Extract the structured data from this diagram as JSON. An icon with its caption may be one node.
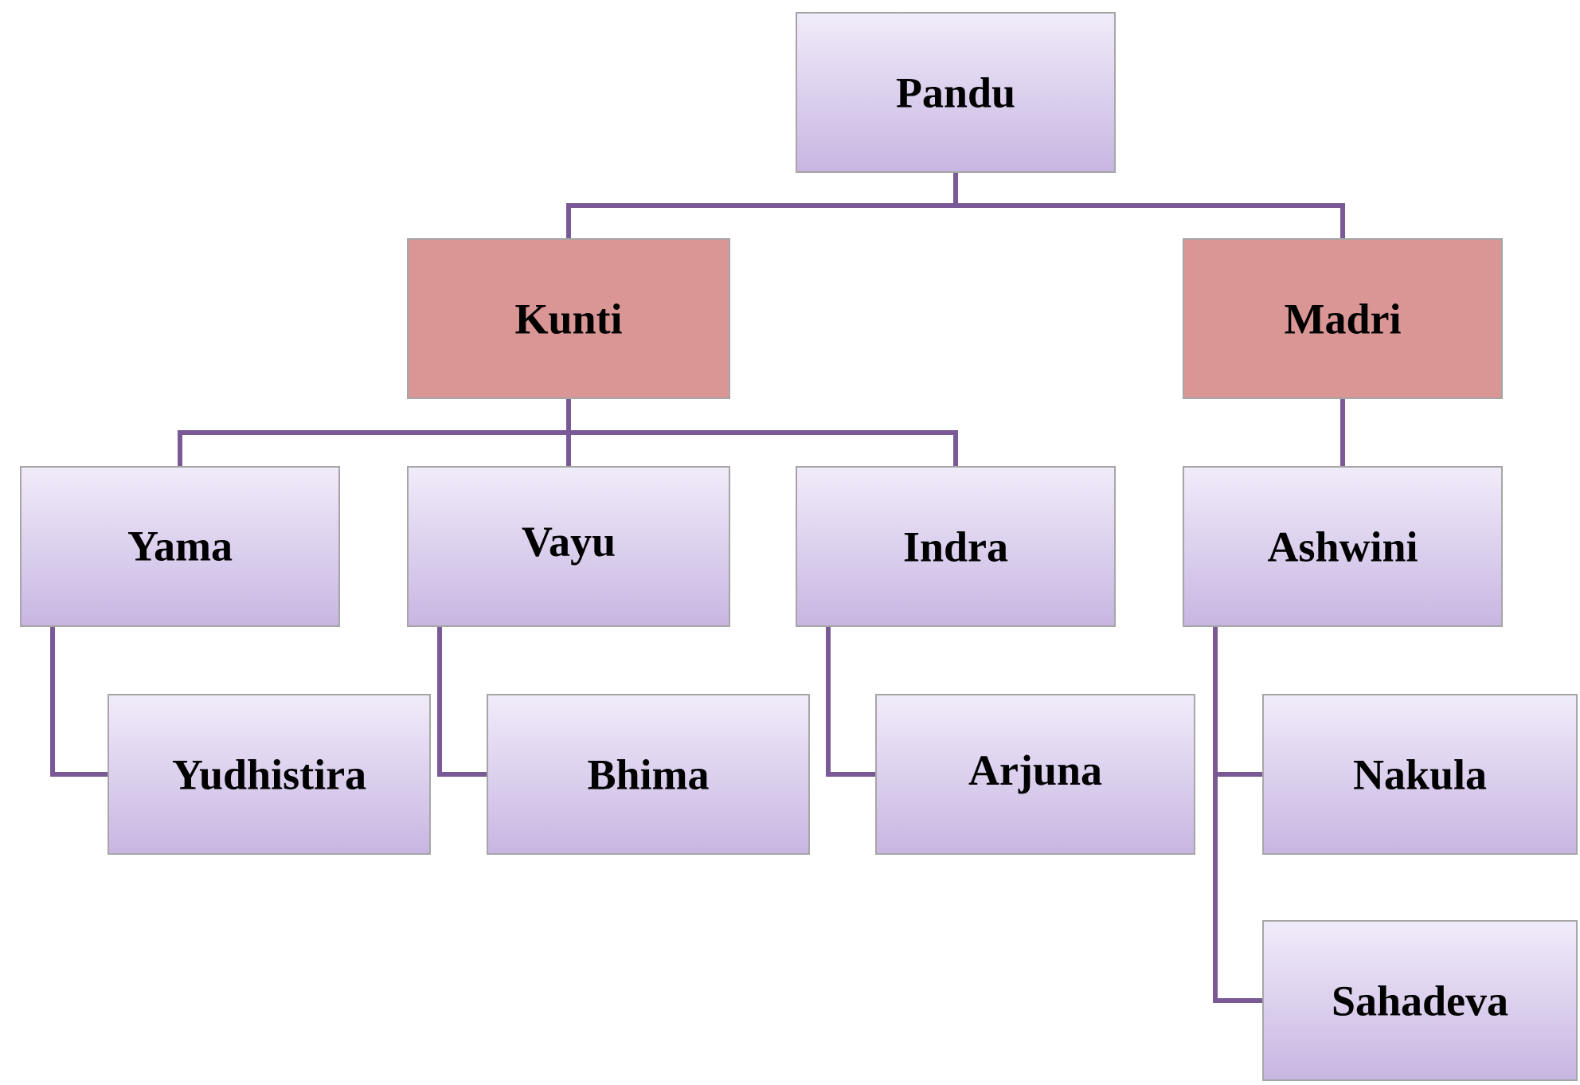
{
  "diagram": {
    "nodes": [
      {
        "text": [
          "Pandu"
        ]
      },
      {
        "text": [
          "Kunti"
        ]
      },
      {
        "text": [
          "Madri"
        ]
      },
      {
        "text": [
          "Yama"
        ]
      },
      {
        "text": [
          "Vayu"
        ]
      },
      {
        "text": [
          "Indra"
        ]
      },
      {
        "text": [
          "Ashwini"
        ]
      },
      {
        "text": [
          "Yudhistira"
        ]
      },
      {
        "text": [
          "Bhima"
        ]
      },
      {
        "text": [
          "Arjuna"
        ]
      },
      {
        "text": [
          "Nakula"
        ]
      },
      {
        "text": [
          "Sahadeva"
        ]
      }
    ],
    "edges": [
      {
        "from": 0,
        "to": 1,
        "arrow": "none"
      },
      {
        "from": 0,
        "to": 2,
        "arrow": "none"
      },
      {
        "from": 1,
        "to": 3,
        "arrow": "none"
      },
      {
        "from": 1,
        "to": 4,
        "arrow": "none"
      },
      {
        "from": 1,
        "to": 5,
        "arrow": "none"
      },
      {
        "from": 2,
        "to": 6,
        "arrow": "none"
      },
      {
        "from": 3,
        "to": 7,
        "arrow": "none"
      },
      {
        "from": 4,
        "to": 8,
        "arrow": "none"
      },
      {
        "from": 5,
        "to": 9,
        "arrow": "none"
      },
      {
        "from": 6,
        "to": 10,
        "arrow": "none"
      },
      {
        "from": 6,
        "to": 11,
        "arrow": "none"
      }
    ]
  }
}
